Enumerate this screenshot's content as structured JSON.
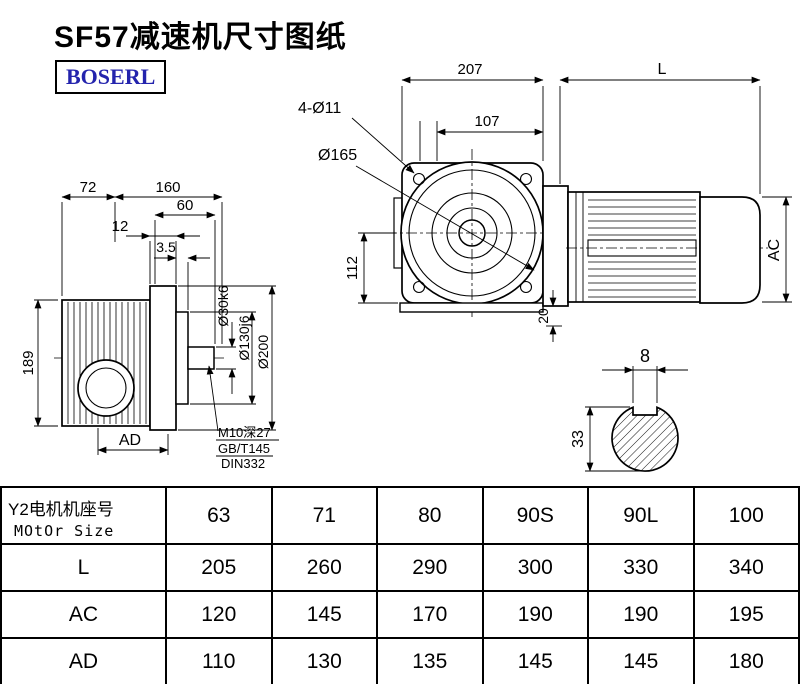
{
  "page": {
    "title": "SF57减速机尺寸图纸",
    "brand": "BOSERL"
  },
  "side_view": {
    "dim_72": "72",
    "dim_160": "160",
    "dim_60": "60",
    "dim_12": "12",
    "dim_3_5": "3.5",
    "dim_189": "189",
    "dim_ad": "AD",
    "dia_shaft": "Ø30k6",
    "dia_hub": "Ø130j6",
    "dia_flange": "Ø200",
    "note_tap": "M10深27",
    "note_std1": "GB/T145",
    "note_std2": "DIN332"
  },
  "front_view": {
    "dim_207": "207",
    "dim_l": "L",
    "dim_holes": "4-Ø11",
    "dim_107": "107",
    "dia_165": "Ø165",
    "dim_112": "112",
    "dim_ac": "AC",
    "dim_20": "20"
  },
  "shaft_section": {
    "dim_8": "8",
    "dim_33": "33"
  },
  "table": {
    "header": {
      "label_line1": "Y2电机机座号",
      "label_line2": "MOtOr Size",
      "values": [
        "63",
        "71",
        "80",
        "90S",
        "90L",
        "100"
      ]
    },
    "rows": [
      {
        "label": "L",
        "values": [
          "205",
          "260",
          "290",
          "300",
          "330",
          "340"
        ]
      },
      {
        "label": "AC",
        "values": [
          "120",
          "145",
          "170",
          "190",
          "190",
          "195"
        ]
      },
      {
        "label": "AD",
        "values": [
          "110",
          "130",
          "135",
          "145",
          "145",
          "180"
        ]
      }
    ]
  }
}
